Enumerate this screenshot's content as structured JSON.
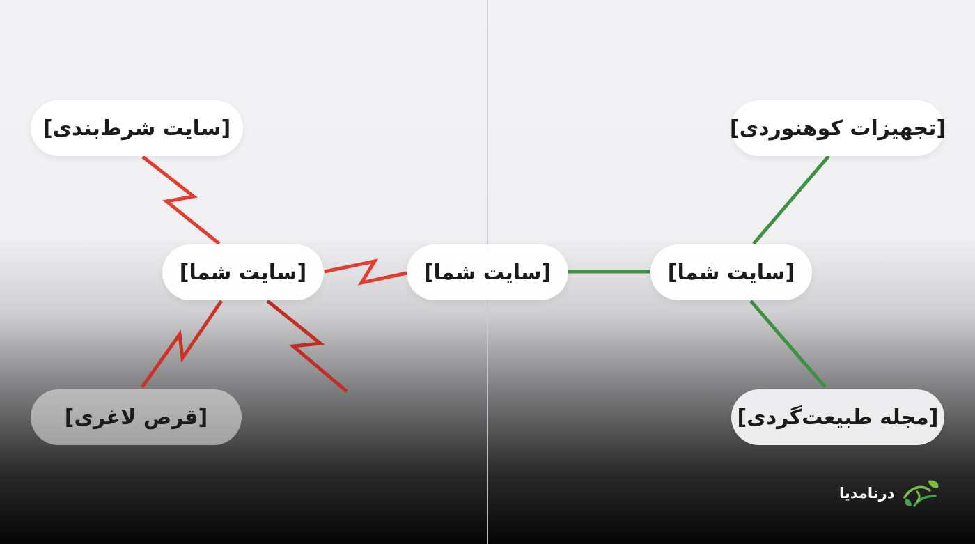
{
  "nodes": {
    "bet_site": "[سایت شرط‌بندی]",
    "your_site_left": "[سایت شما]",
    "your_site_center": "[سایت شما]",
    "your_site_right": "[سایت شما]",
    "hiking_gear": "[تجهیزات کوهنوردی]",
    "diet_pill": "[قرص لاغری]",
    "nature_magazine": "[مجله طبیعت‌گردی]"
  },
  "brand": {
    "name": "درنامدیا"
  },
  "colors": {
    "bad_link": "#e43d30",
    "good_link": "#3f9142",
    "logo_green": "#7bc043"
  }
}
